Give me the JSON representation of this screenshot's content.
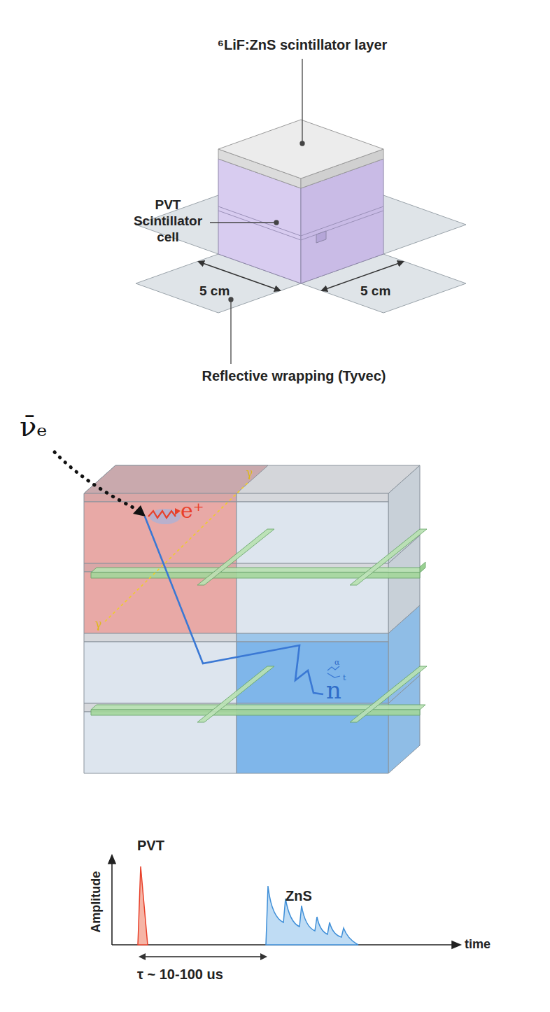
{
  "diagram": {
    "labels": [
      "⁶LiF:ZnS scintillator layer",
      "PVT Scintillator cell",
      "5 cm",
      "5 cm",
      "Reflective wrapping (Tyvec)",
      "ν̄ₑ",
      "e⁺",
      "γ",
      "γ",
      "n",
      "α",
      "t",
      "PVT",
      "ZnS",
      "Amplitude",
      "time",
      "τ ~ 10-100 us"
    ]
  }
}
